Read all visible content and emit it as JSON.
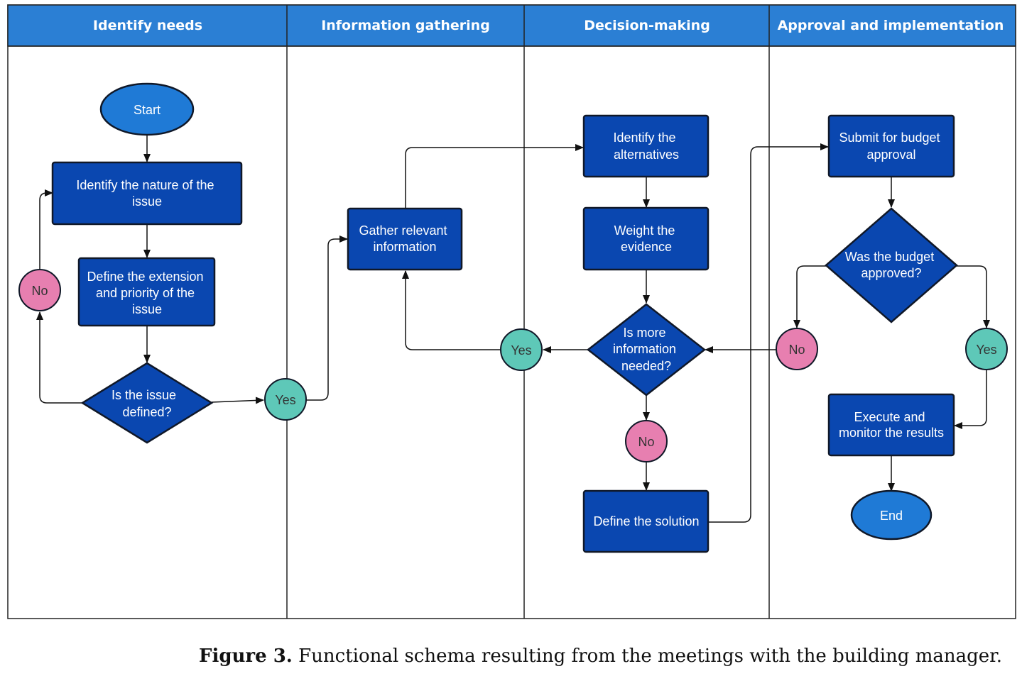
{
  "lanes": [
    "Identify needs",
    "Information gathering",
    "Decision-making",
    "Approval and implementation"
  ],
  "nodes": {
    "start": "Start",
    "identify_nature": [
      "Identify the nature of the",
      "issue"
    ],
    "define_extension": [
      "Define the extension",
      "and priority of the",
      "issue"
    ],
    "issue_defined": [
      "Is the issue",
      "defined?"
    ],
    "gather_info": [
      "Gather relevant",
      "information"
    ],
    "identify_alternatives": [
      "Identify the",
      "alternatives"
    ],
    "weight_evidence": [
      "Weight the",
      "evidence"
    ],
    "more_info_needed": [
      "Is more",
      "information",
      "needed?"
    ],
    "define_solution": "Define the solution",
    "submit_budget": [
      "Submit for budget",
      "approval"
    ],
    "budget_approved": [
      "Was the budget",
      "approved?"
    ],
    "execute_monitor": [
      "Execute and",
      "monitor the results"
    ],
    "end": "End"
  },
  "connectors": {
    "yes": "Yes",
    "no": "No"
  },
  "caption": {
    "label": "Figure 3.",
    "text": " Functional schema resulting from the meetings with the building manager."
  },
  "colors": {
    "lane_header": "#2b7fd4",
    "process_fill": "#0a47b0",
    "terminator_fill": "#1f7ad6",
    "yes_fill": "#5ec8b8",
    "no_fill": "#e77fb0",
    "border": "#101828"
  }
}
